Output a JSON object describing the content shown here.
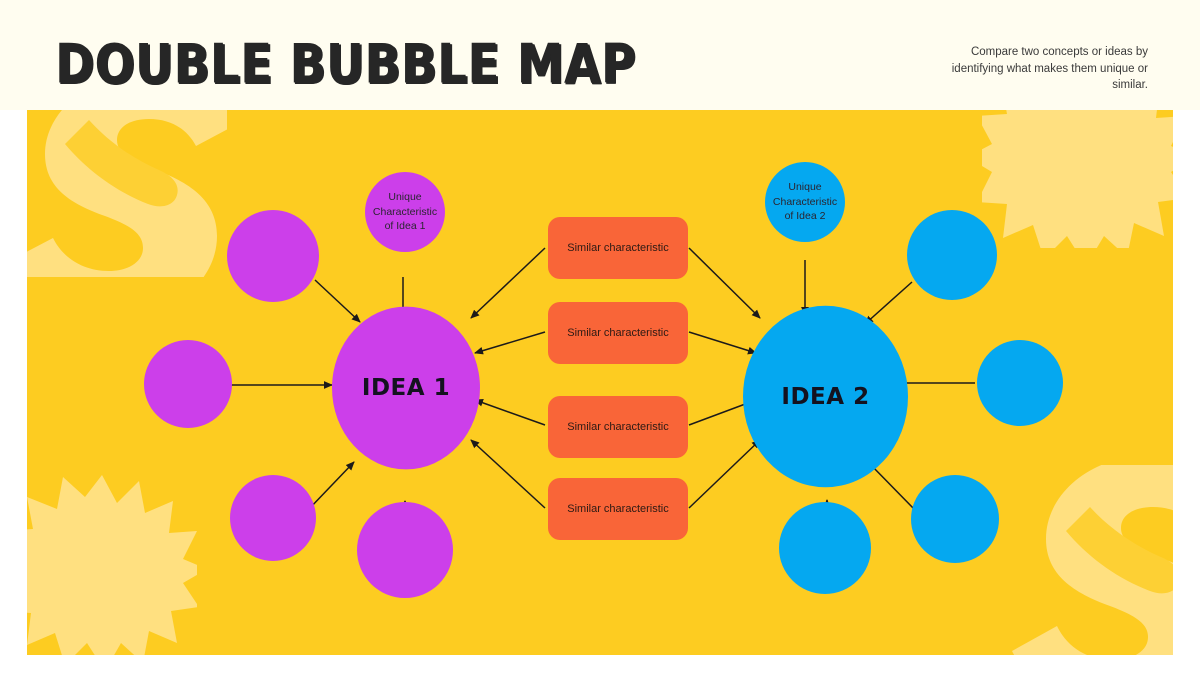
{
  "header": {
    "title": "DOUBLE BUBBLE MAP",
    "subtitle": "Compare two concepts or ideas by identifying what makes them unique or similar."
  },
  "colors": {
    "canvas_yellow": "#fdcc21",
    "header_cream": "#fffdf0",
    "deco_light_yellow": "#ffe080",
    "deco_mid_yellow": "#fdd034",
    "idea1_purple": "#cc3fea",
    "idea2_blue": "#05a8f0",
    "similar_orange": "#f96538",
    "ink": "#1c1a1a"
  },
  "diagram": {
    "idea1": {
      "label": "IDEA 1",
      "unique_label": "Unique Characteristic of Idea 1",
      "satellite_count": 4
    },
    "idea2": {
      "label": "IDEA 2",
      "unique_label": "Unique Characteristic of Idea 2",
      "satellite_count": 4
    },
    "similar": [
      {
        "label": "Similar characteristic"
      },
      {
        "label": "Similar characteristic"
      },
      {
        "label": "Similar characteristic"
      },
      {
        "label": "Similar characteristic"
      }
    ]
  }
}
